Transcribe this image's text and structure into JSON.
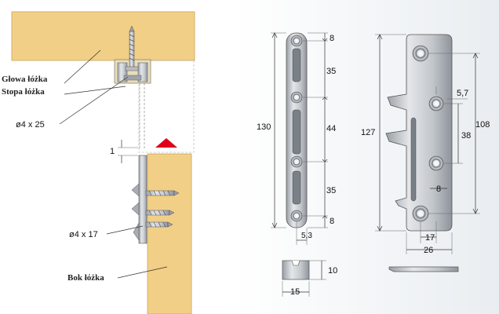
{
  "colors": {
    "wood": "#f2cf86",
    "wood_edge": "#c9a35a",
    "metal": "#c8cbd0",
    "metal_dark": "#8a8f96",
    "arrow_red": "#e0001a",
    "background": "#ffffff",
    "right_panel_bg": "#eef1f4"
  },
  "labels": {
    "head": "Głowa łóżka",
    "foot": "Stopa łóżka",
    "screw_top": "ø4 x 25",
    "gap": "1",
    "screw_bottom": "ø4 x 17",
    "side": "Bok łóżka"
  },
  "front_plate": {
    "dims": {
      "top": "8",
      "seg1": "35",
      "seg2": "44",
      "seg3": "35",
      "bottom": "8",
      "height": "130",
      "offset": "5,3",
      "thickness": "10",
      "width": "15"
    }
  },
  "side_plate": {
    "dims": {
      "height": "127",
      "inner": "108",
      "hole_dx": "5,7",
      "spacing": "38",
      "slot": "8",
      "width_inner": "17",
      "width": "26"
    }
  }
}
